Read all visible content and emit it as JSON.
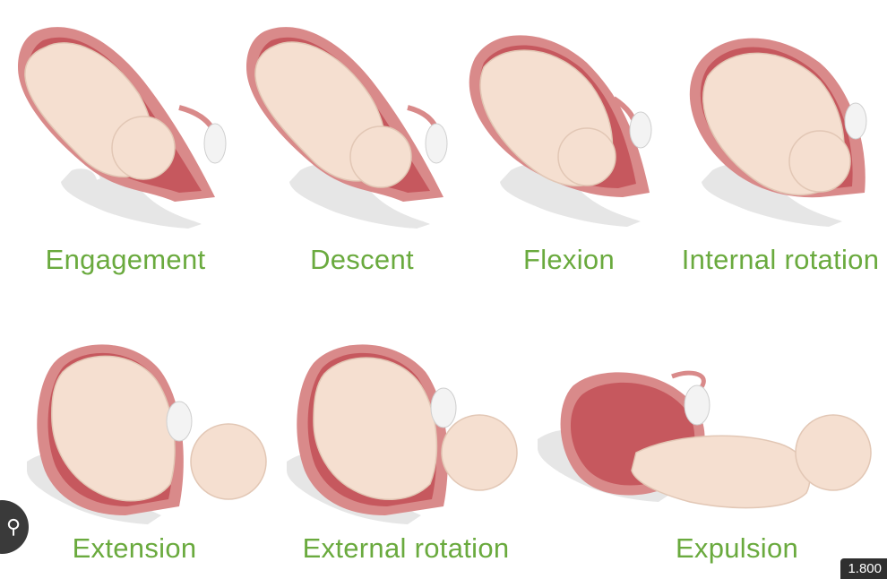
{
  "stages": [
    {
      "label": "Engagement"
    },
    {
      "label": "Descent"
    },
    {
      "label": "Flexion"
    },
    {
      "label": "Internal rotation"
    },
    {
      "label": "Extension"
    },
    {
      "label": "External rotation"
    },
    {
      "label": "Expulsion"
    }
  ],
  "badge": {
    "text": "1.800"
  },
  "icons": {
    "corner": "lens-icon"
  },
  "colors": {
    "label_green": "#6aaa3e",
    "uterus_wall": "#d98a8a",
    "uterus_cavity": "#c6585e",
    "fetus_skin": "#f5dfd0",
    "pelvis_bone": "#e4e4e4"
  }
}
